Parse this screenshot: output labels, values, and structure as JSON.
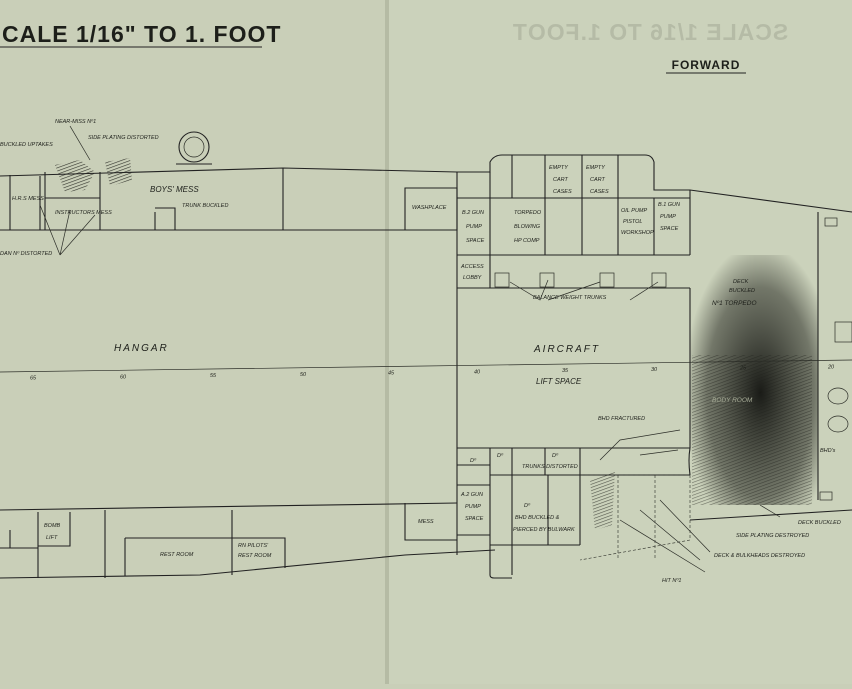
{
  "drawing": {
    "title": "CALE 1/16\" TO 1. FOOT",
    "forward": "FORWARD",
    "mirror_title": "SCALE 1/16 TO 1.FOOT",
    "paper_color": "#c9cfb8",
    "ink_color": "#1d1f1a"
  },
  "compartments": {
    "near_miss": "NEAR-MISS Nº1",
    "buckled_uptakes": "BUCKLED UPTAKES",
    "side_plating_distorted_top": "SIDE PLATING DISTORTED",
    "hrs_mess": "H.R.S MESS",
    "instructors_mess": "INSTRUCTORS MESS",
    "boys_mess": "BOYS' MESS",
    "trunk_buckled": "TRUNK BUCKLED",
    "distorted_left": "DAN Nº DISTORTED",
    "washplace": "WASHPLACE",
    "b2_gun_pump_space_top": [
      "B.2 GUN",
      "PUMP",
      "SPACE"
    ],
    "torpedo_blowing_hp_comp": [
      "TORPEDO",
      "BLOWING",
      "HP COMP"
    ],
    "empty_cart_cases_1": [
      "EMPTY",
      "CART",
      "CASES"
    ],
    "empty_cart_cases_2": [
      "EMPTY",
      "CART",
      "CASES"
    ],
    "oil_pump_pistol_workshop": [
      "OIL PUMP",
      "PISTOL",
      "WORKSHOP"
    ],
    "b1_gun_pump_space": [
      "B.1 GUN",
      "PUMP",
      "SPACE"
    ],
    "access_lobby": [
      "ACCESS",
      "LOBBY"
    ],
    "deck_buckled": [
      "DECK",
      "BUCKLED"
    ],
    "torpedo_1": "Nº1 TORPEDO",
    "balance_weight_trunks": "BALANCE WEIGHT TRUNKS",
    "hangar": "HANGAR",
    "aircraft": "AIRCRAFT",
    "lift_space": "LIFT SPACE",
    "body_room": "BODY ROOM",
    "bhd_fractured": "BHD FRACTURED",
    "trunks_distorted": "TRUNKS DISTORTED",
    "do_1": "Dº",
    "do_2": "Dº",
    "do_3": "Dº",
    "a2_gun_pump_space": [
      "A.2 GUN",
      "PUMP",
      "SPACE"
    ],
    "do_buckled": [
      "Dº",
      "BHD BUCKLED &",
      "PIERCED BY BULWARK"
    ],
    "bomb_lift": [
      "BOMB",
      "LIFT"
    ],
    "rest_room": "REST ROOM",
    "pilots_rest_room": [
      "RN PILOTS'",
      "REST ROOM"
    ],
    "mess": "MESS",
    "deck_buckled_2": "DECK BUCKLED",
    "side_plating_destroyed": "SIDE PLATING DESTROYED",
    "deck_bulkheads_destroyed": "DECK & BULKHEADS DESTROYED",
    "hit_1": "HIT Nº1",
    "bhd_s": "BHD's"
  },
  "frame_numbers": [
    "65",
    "60",
    "55",
    "50",
    "45",
    "40",
    "35",
    "30",
    "25",
    "20"
  ]
}
